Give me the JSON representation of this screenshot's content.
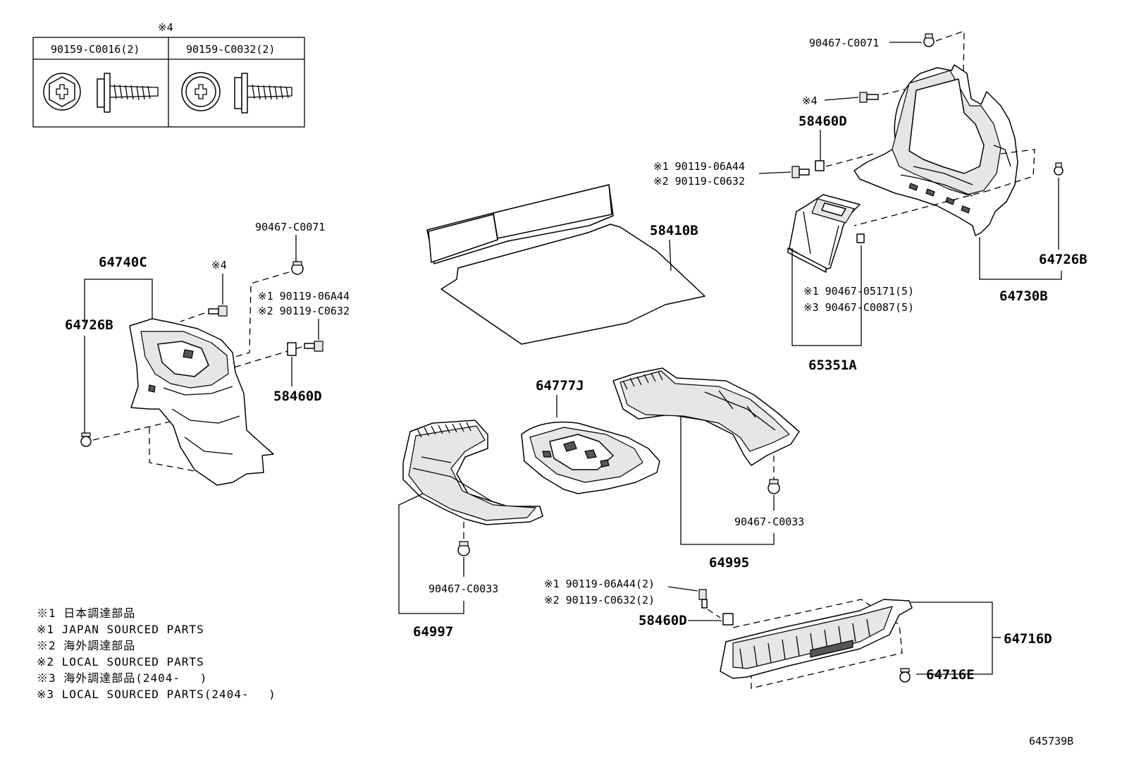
{
  "fastener_table": {
    "header_note": "※4",
    "col1": "90159-C0016(2)",
    "col2": "90159-C0032(2)"
  },
  "labels": {
    "l_90467_C0071_top": "90467-C0071",
    "l_note4_top": "※4",
    "l_58460D_top": "58460D",
    "l_90119_06A44_top": "※1 90119-06A44",
    "l_90119_C0632_top": "※2 90119-C0632",
    "l_64726B_right": "64726B",
    "l_64730B": "64730B",
    "l_90467_05171": "※1 90467-05171(5)",
    "l_90467_C0087": "※3 90467-C0087(5)",
    "l_65351A": "65351A",
    "l_58410B": "58410B",
    "l_90467_C0071_left": "90467-C0071",
    "l_64740C": "64740C",
    "l_note4_left": "※4",
    "l_90119_06A44_left": "※1 90119-06A44",
    "l_90119_C0632_left": "※2 90119-C0632",
    "l_64726B_left": "64726B",
    "l_58460D_left": "58460D",
    "l_64777J": "64777J",
    "l_90467_C0033_mid": "90467-C0033",
    "l_64995": "64995",
    "l_90467_C0033_left": "90467-C0033",
    "l_64997": "64997",
    "l_90119_06A44_bottom": "※1 90119-06A44(2)",
    "l_90119_C0632_bottom": "※2 90119-C0632(2)",
    "l_58460D_bottom": "58460D",
    "l_64716D": "64716D",
    "l_64716E": "64716E"
  },
  "notes": [
    "※1 日本調達部品",
    "※1 JAPAN SOURCED PARTS",
    "※2 海外調達部品",
    "※2 LOCAL SOURCED PARTS",
    "※3 海外調達部品(2404-　 )",
    "※3 LOCAL SOURCED PARTS(2404-　 )"
  ],
  "figure_id": "645739B"
}
